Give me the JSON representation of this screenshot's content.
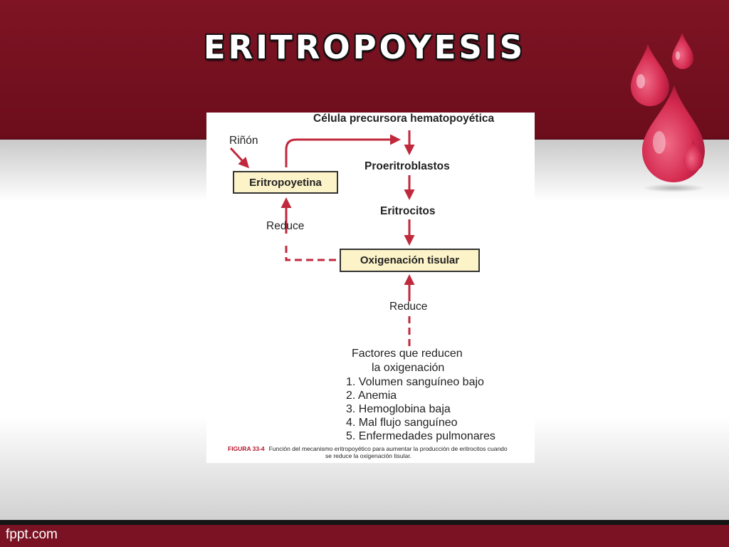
{
  "slide": {
    "title": "ERITROPOYESIS",
    "footer": "fppt.com"
  },
  "figure": {
    "nodes": {
      "precursor": "Célula precursora hematopoyética",
      "kidney": "Riñón",
      "epo": "Eritropoyetina",
      "proerythroblasts": "Proeritroblastos",
      "erythrocytes": "Eritrocitos",
      "oxygenation": "Oxigenación tisular",
      "reduce_left": "Reduce",
      "reduce_bottom": "Reduce"
    },
    "factors": {
      "heading_1": "Factores que reducen",
      "heading_2": "la oxigenación",
      "items": [
        "1. Volumen sanguíneo bajo",
        "2. Anemia",
        "3. Hemoglobina baja",
        "4. Mal flujo sanguíneo",
        "5. Enfermedades pulmonares"
      ]
    },
    "caption": {
      "label": "FIGURA 33-4",
      "line_1": "Función del mecanismo eritropoyético para aumentar la producción de eritrocitos cuando",
      "line_2": "se reduce la oxigenación tisular."
    }
  },
  "colors": {
    "brand_red": "#7a1223",
    "arrow_red": "#c0283c",
    "box_fill": "#fdf3c8"
  }
}
